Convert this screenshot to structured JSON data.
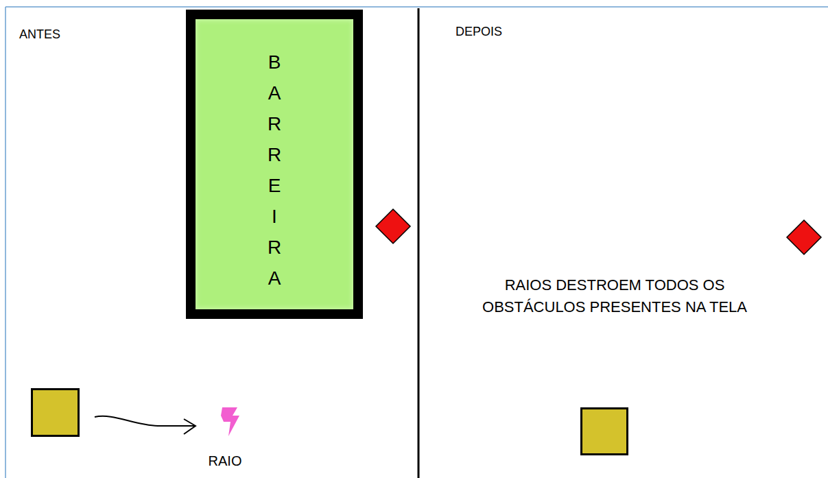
{
  "diagram": {
    "nodes": [
      {
        "text": [
          "BARREIRA"
        ]
      }
    ],
    "labels": [
      "ANTES",
      "DEPOIS",
      "RAIO",
      "RAIOS DESTROEM TODOS OS OBSTÁCULOS PRESENTES NA TELA"
    ]
  }
}
